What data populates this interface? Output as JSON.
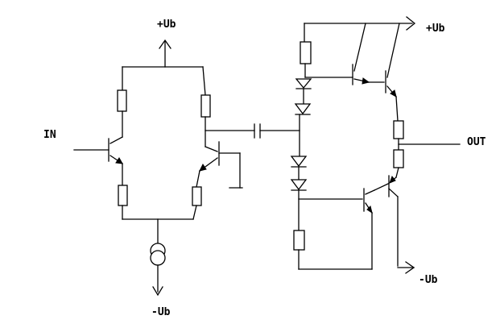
{
  "labels": {
    "vplus_left": "+Ub",
    "vminus_left": "-Ub",
    "in": "IN",
    "vplus_right": "+Ub",
    "out": "OUT",
    "vminus_right": "-Ub"
  },
  "colors": {
    "ink": "#000000",
    "background": "#ffffff"
  }
}
